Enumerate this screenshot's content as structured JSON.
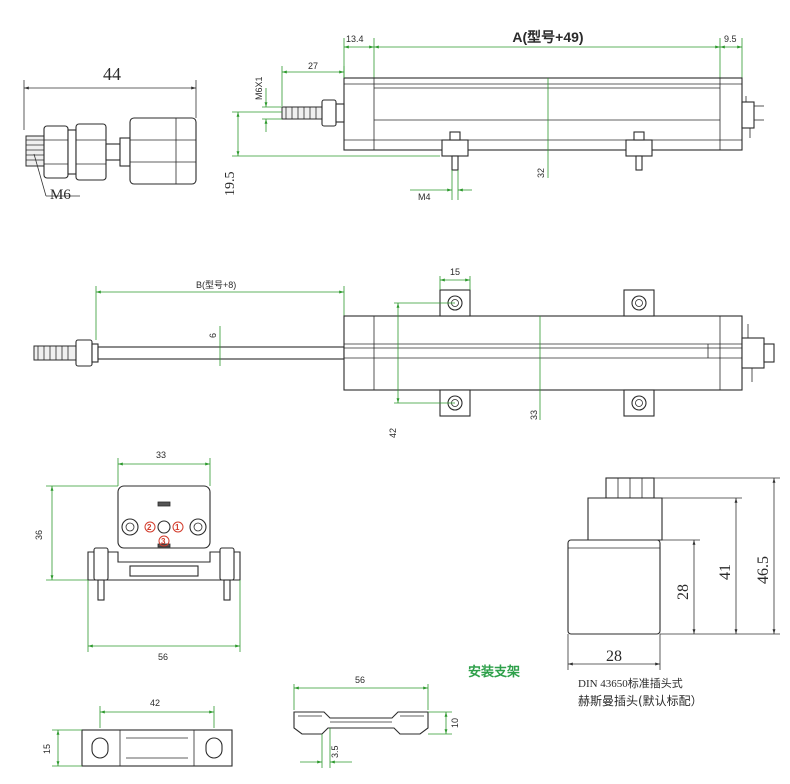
{
  "views": {
    "front": {
      "dim_a": "A(型号+49)",
      "dim_left": "13.4",
      "dim_right": "9.5",
      "dim_thread_len": "27",
      "dim_thread": "M6X1",
      "dim_height": "19.5",
      "dim_mount_thread": "M4",
      "dim_body": "32"
    },
    "rod_end": {
      "dim_width": "44",
      "dim_thread": "M6"
    },
    "top": {
      "dim_b": "B(型号+8)",
      "dim_rod": "6",
      "dim_clamp": "15",
      "dim_offset": "42",
      "dim_body": "33"
    },
    "end_view": {
      "dim_top": "33",
      "dim_height": "36",
      "dim_bottom": "56",
      "pin_labels": [
        "2",
        "3",
        "1"
      ]
    },
    "connector": {
      "dim_width": "28",
      "dim_h1": "28",
      "dim_h2": "41",
      "dim_h3": "46.5",
      "caption_line1": "DIN  43650标准插头式",
      "caption_line2": "赫斯曼插头(默认标配）"
    },
    "bracket": {
      "title": "安装支架",
      "dim_top_len": "56",
      "dim_top_h": "10",
      "dim_top_t": "3.5",
      "dim_bottom_len": "42",
      "dim_bottom_h": "15"
    }
  }
}
